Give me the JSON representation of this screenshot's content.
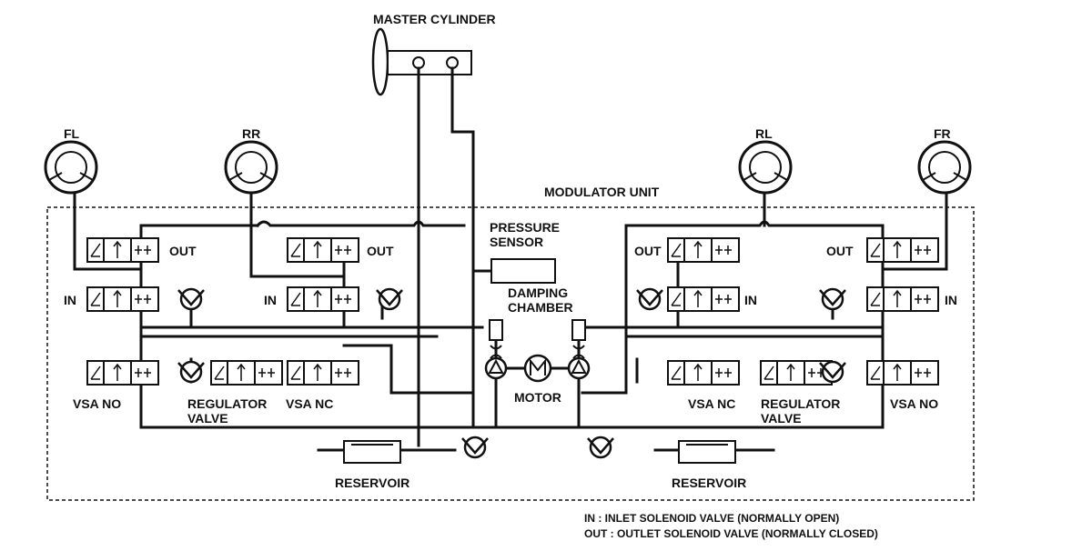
{
  "labels": {
    "master_cylinder": "MASTER CYLINDER",
    "modulator_unit": "MODULATOR UNIT",
    "pressure_sensor_1": "PRESSURE",
    "pressure_sensor_2": "SENSOR",
    "damping_chamber_1": "DAMPING",
    "damping_chamber_2": "CHAMBER",
    "motor": "MOTOR",
    "reservoir_left": "RESERVOIR",
    "reservoir_right": "RESERVOIR"
  },
  "wheels": {
    "fl": "FL",
    "rr": "RR",
    "rl": "RL",
    "fr": "FR"
  },
  "left_circuit": {
    "out_fl": "OUT",
    "out_rr": "OUT",
    "in_fl": "IN",
    "in_rr": "IN",
    "vsa_no": "VSA NO",
    "regulator_valve_1": "REGULATOR",
    "regulator_valve_2": "VALVE",
    "vsa_nc": "VSA NC"
  },
  "right_circuit": {
    "out_rl": "OUT",
    "out_fr": "OUT",
    "in_rl": "IN",
    "in_fr": "IN",
    "vsa_nc": "VSA NC",
    "regulator_valve_1": "REGULATOR",
    "regulator_valve_2": "VALVE",
    "vsa_no": "VSA NO"
  },
  "legend": {
    "in": "IN : INLET SOLENOID VALVE (NORMALLY OPEN)",
    "out": "OUT : OUTLET SOLENOID VALVE (NORMALLY CLOSED)"
  }
}
